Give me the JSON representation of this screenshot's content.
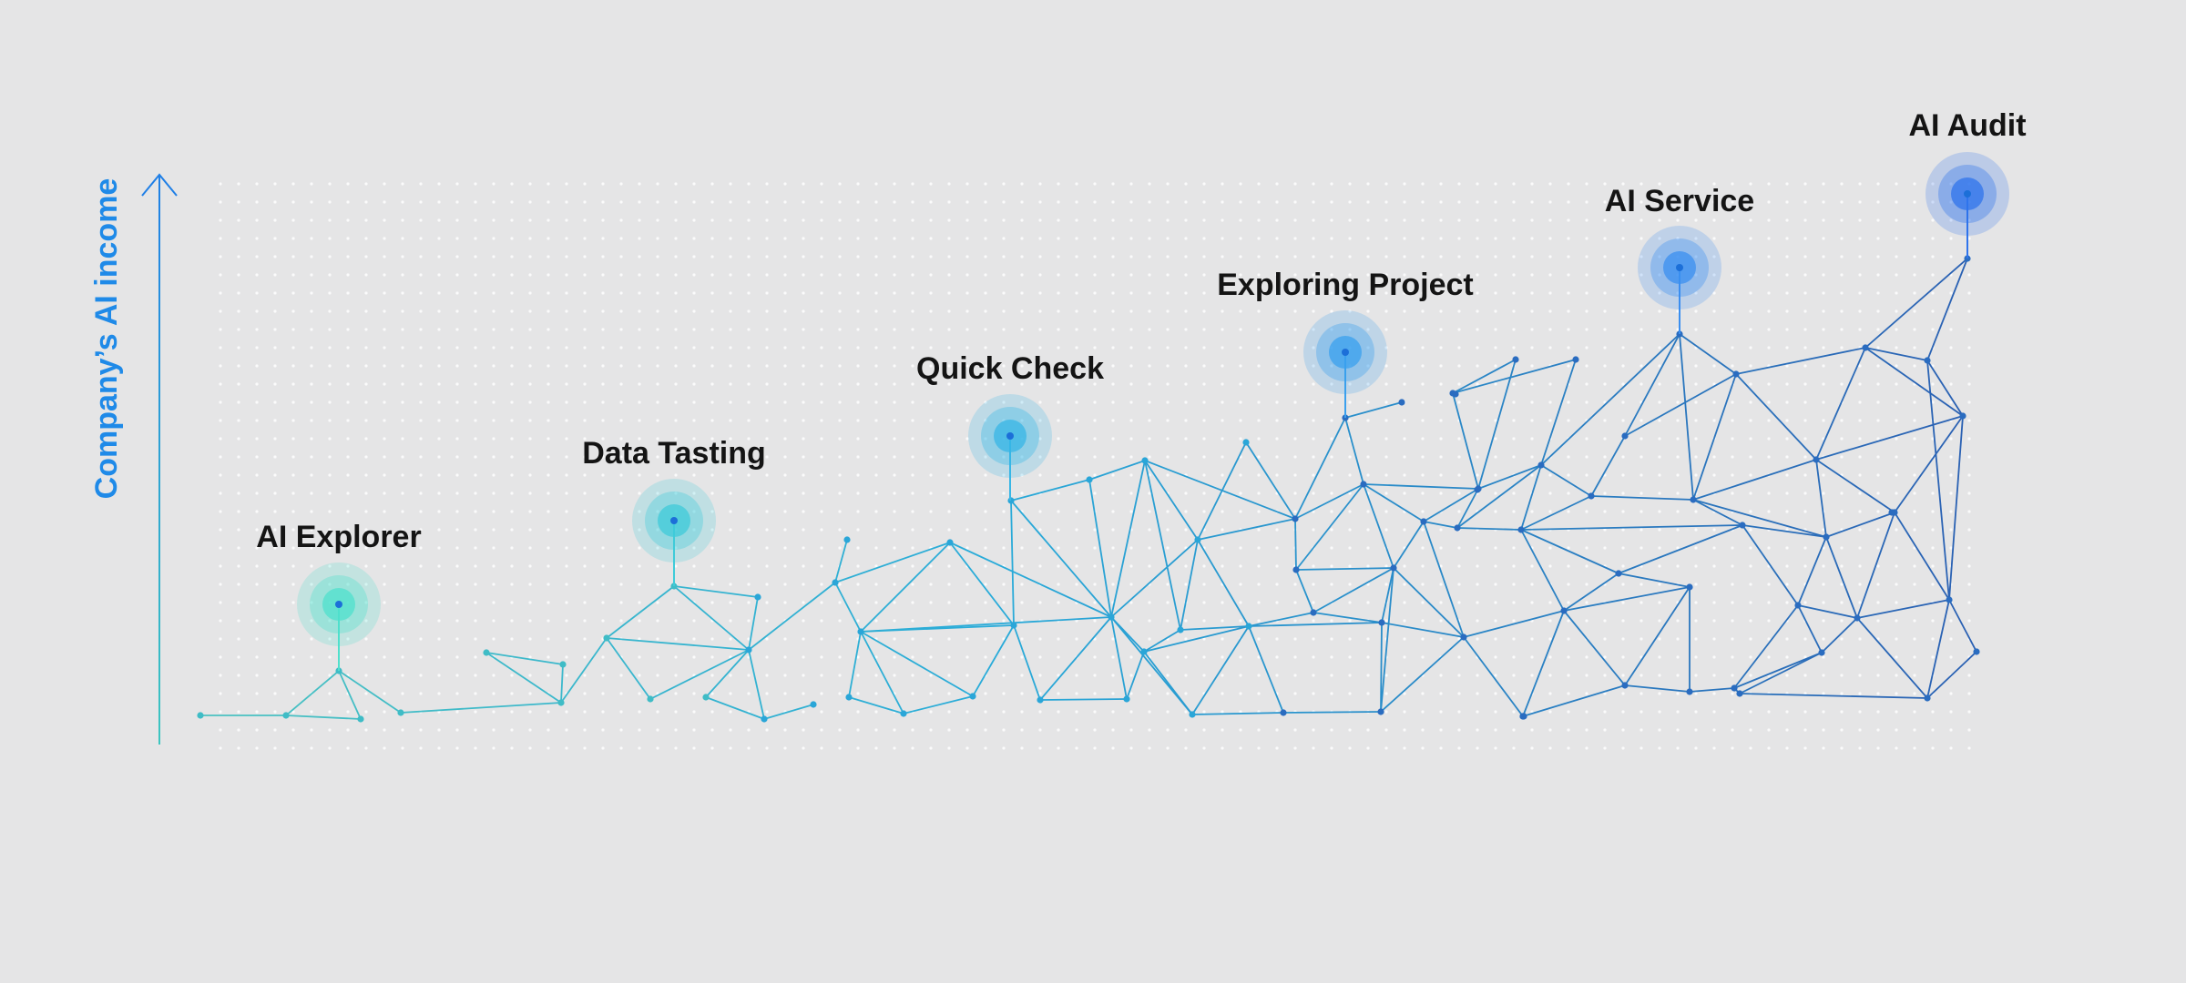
{
  "axis": {
    "label": "Company’s AI income",
    "color": "#1f8ae8"
  },
  "milestones": [
    {
      "label": "AI Explorer",
      "color": "#4fe0cc"
    },
    {
      "label": "Data Tasting",
      "color": "#3fcbd9"
    },
    {
      "label": "Quick Check",
      "color": "#37b6e6"
    },
    {
      "label": "Exploring Project",
      "color": "#3aa0ee"
    },
    {
      "label": "AI Service",
      "color": "#3b8ff0"
    },
    {
      "label": "AI Audit",
      "color": "#2f74ec"
    }
  ],
  "palette": {
    "background": "#e5e5e6",
    "network_start": "#4cc3c0",
    "network_mid": "#29abd9",
    "network_end": "#2a5fb2"
  }
}
